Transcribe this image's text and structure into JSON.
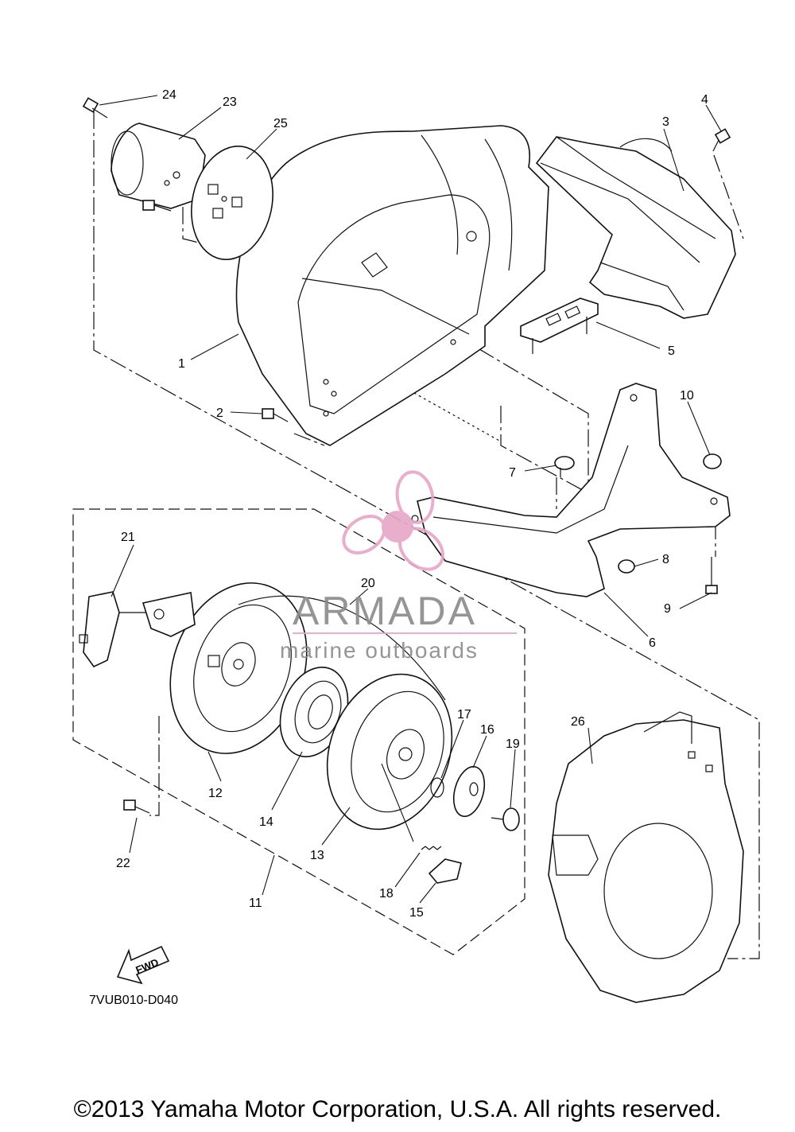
{
  "callouts": [
    {
      "n": "1"
    },
    {
      "n": "2"
    },
    {
      "n": "3"
    },
    {
      "n": "4"
    },
    {
      "n": "5"
    },
    {
      "n": "6"
    },
    {
      "n": "7"
    },
    {
      "n": "8"
    },
    {
      "n": "9"
    },
    {
      "n": "10"
    },
    {
      "n": "11"
    },
    {
      "n": "12"
    },
    {
      "n": "13"
    },
    {
      "n": "14"
    },
    {
      "n": "15"
    },
    {
      "n": "16"
    },
    {
      "n": "17"
    },
    {
      "n": "18"
    },
    {
      "n": "19"
    },
    {
      "n": "20"
    },
    {
      "n": "21"
    },
    {
      "n": "22"
    },
    {
      "n": "23"
    },
    {
      "n": "24"
    },
    {
      "n": "25"
    },
    {
      "n": "26"
    }
  ],
  "diagram_code": "7VUB010-D040",
  "fwd_label": "FWD",
  "watermark": {
    "brand": "ARMADA",
    "tagline": "marine outboards",
    "brand_color": "#8a8a8a",
    "logo_color": "#e8a6c8"
  },
  "copyright": "©2013 Yamaha Motor Corporation, U.S.A. All rights reserved."
}
